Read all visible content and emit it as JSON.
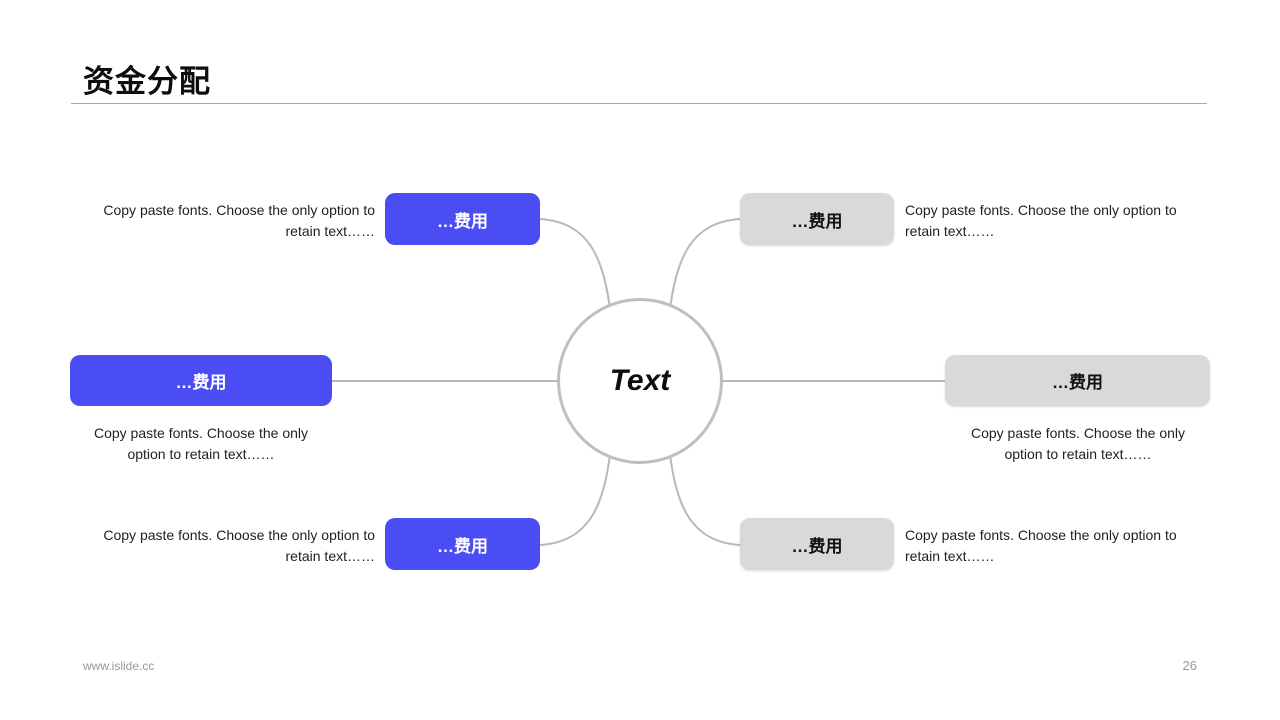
{
  "slide": {
    "title": "资金分配",
    "center": {
      "label": "Text"
    },
    "nodes": [
      {
        "id": "expense-top-left",
        "label": "…费用",
        "desc": "Copy paste fonts. Choose the only option to retain text……",
        "color": "blue"
      },
      {
        "id": "expense-mid-left",
        "label": "…费用",
        "desc": "Copy paste fonts. Choose the only option to retain text……",
        "color": "blue"
      },
      {
        "id": "expense-bottom-left",
        "label": "…费用",
        "desc": "Copy paste fonts. Choose the only option to retain text……",
        "color": "blue"
      },
      {
        "id": "expense-top-right",
        "label": "…费用",
        "desc": "Copy paste fonts. Choose the only option to retain text……",
        "color": "gray"
      },
      {
        "id": "expense-mid-right",
        "label": "…费用",
        "desc": "Copy paste fonts. Choose the only option to retain text……",
        "color": "gray"
      },
      {
        "id": "expense-bottom-right",
        "label": "…费用",
        "desc": "Copy paste fonts. Choose the only option to retain text……",
        "color": "gray"
      }
    ],
    "colors": {
      "accent_blue": "#4a4df4",
      "node_gray": "#d9d9d9",
      "line_gray": "#b8b8b8"
    },
    "footer": {
      "url": "www.islide.cc",
      "page": "26"
    }
  }
}
